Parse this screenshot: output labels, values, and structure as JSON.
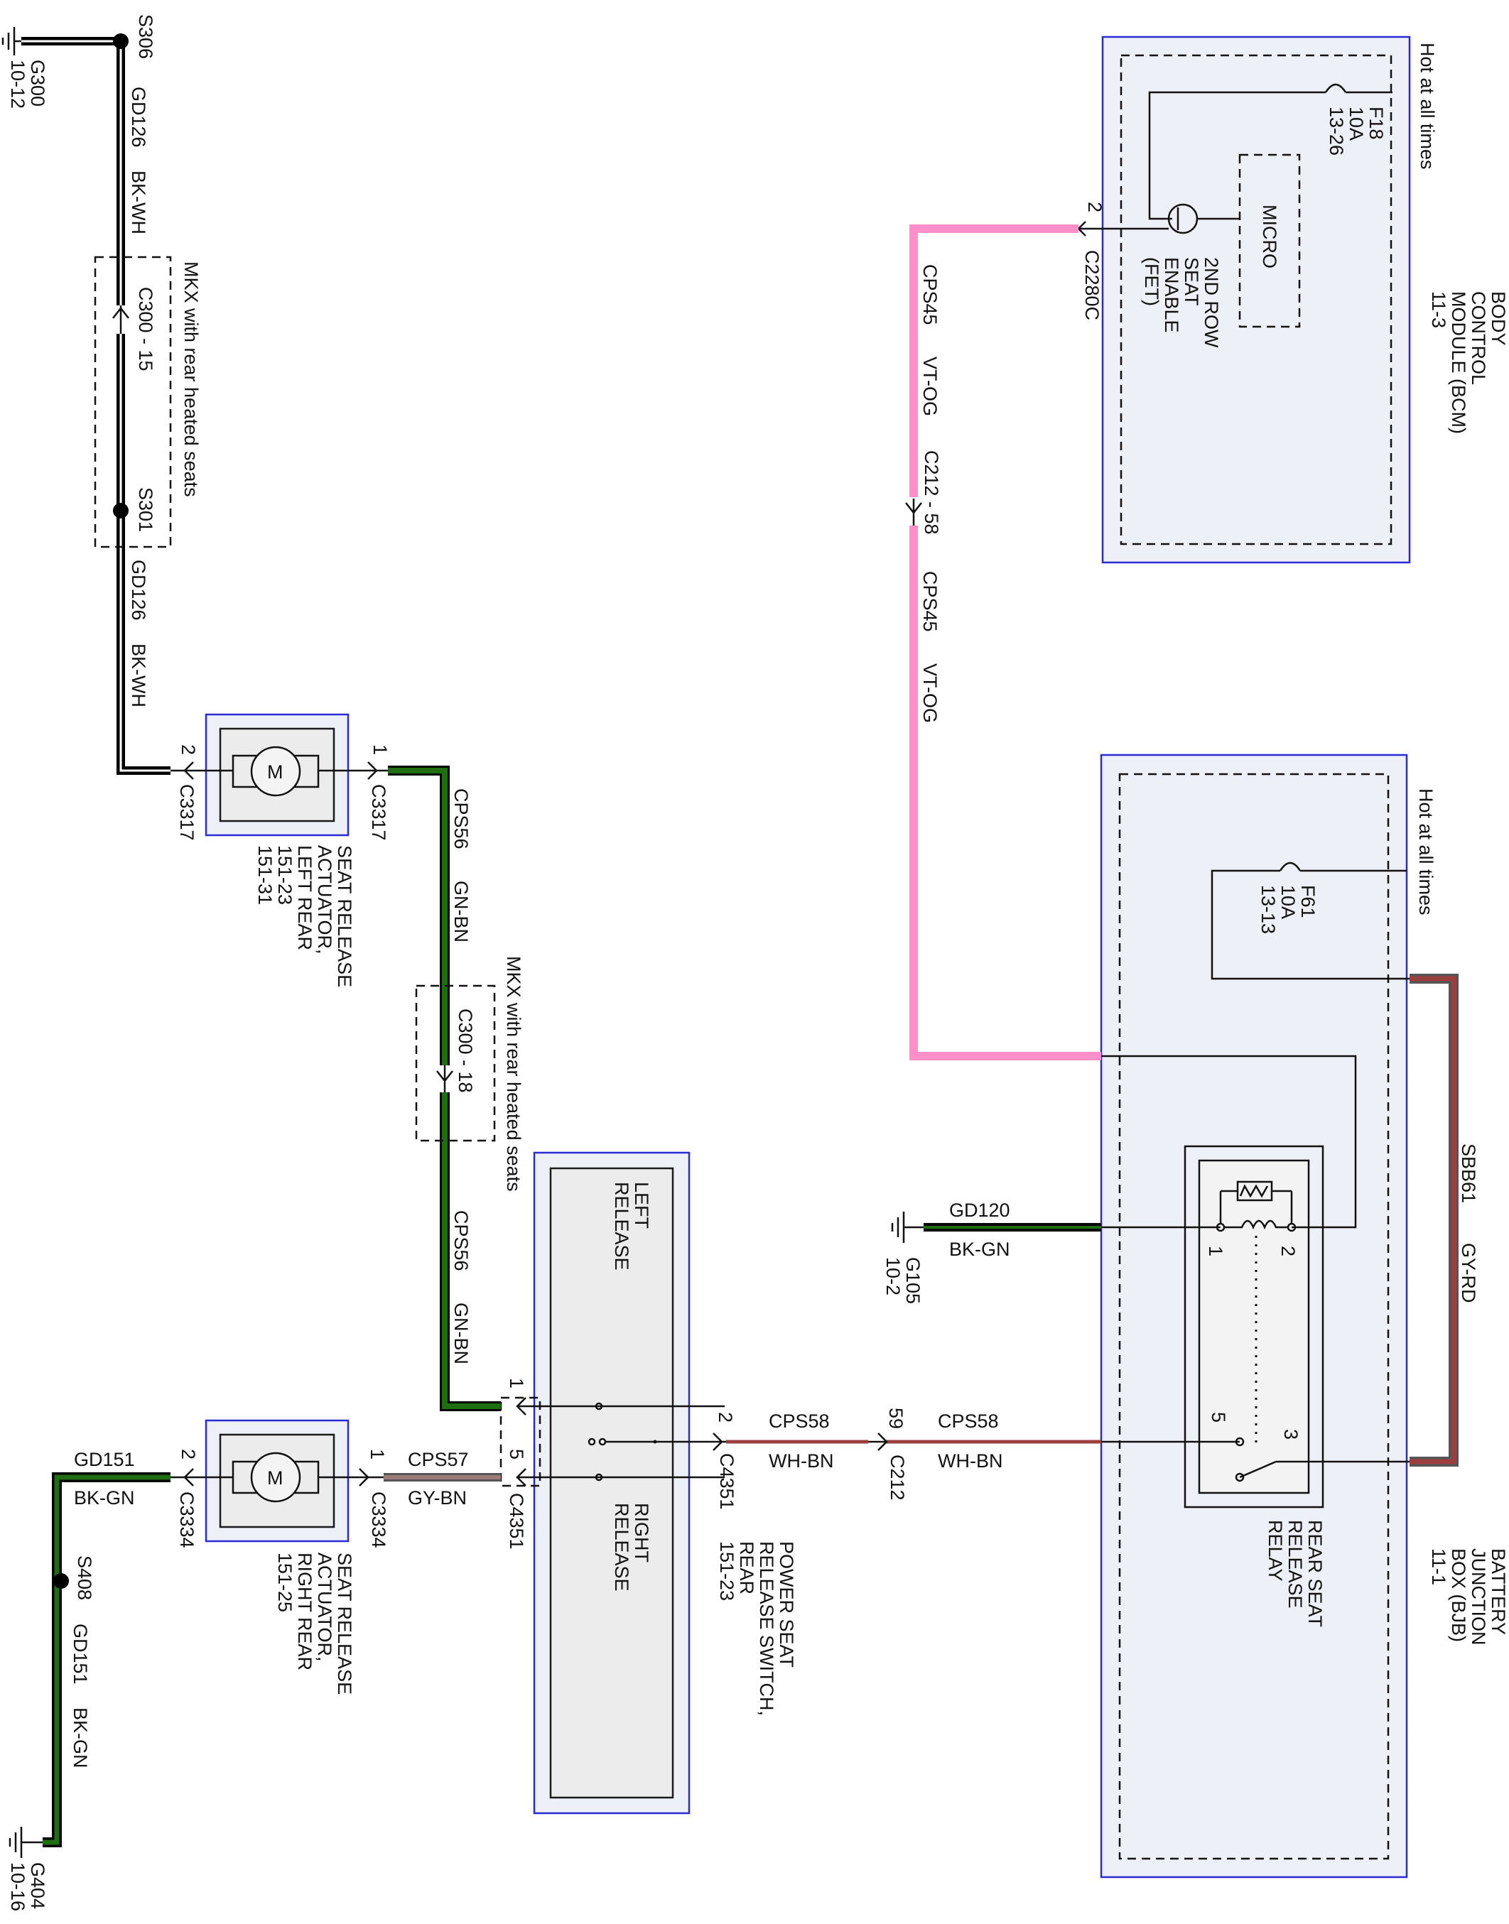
{
  "bcm": {
    "name_lines": [
      "BODY",
      "CONTROL",
      "MODULE (BCM)",
      "11-3"
    ],
    "hot": "Hot at all times",
    "fuse_lines": [
      "F18",
      "10A",
      "13-26"
    ],
    "micro": "MICRO",
    "fet_lines": [
      "2ND ROW",
      "SEAT",
      "ENABLE",
      "(FET)"
    ],
    "pin": "2",
    "connector": "C2280C"
  },
  "bjb": {
    "name_lines": [
      "BATTERY",
      "JUNCTION",
      "BOX (BJB)",
      "11-1"
    ],
    "hot": "Hot at all times",
    "fuse_lines": [
      "F61",
      "10A",
      "13-13"
    ],
    "relay_lines": [
      "REAR SEAT",
      "RELEASE",
      "RELAY"
    ],
    "relay_pins": [
      "1",
      "2",
      "5",
      "3"
    ]
  },
  "sbb": {
    "circuit": "SBB61",
    "color": "GY-RD"
  },
  "cps45": {
    "circuit": "CPS45",
    "color": "VT-OG",
    "inline": "C212 - 58"
  },
  "gd120": {
    "circuit": "GD120",
    "color": "BK-GN",
    "ground_lines": [
      "G105",
      "10-2"
    ]
  },
  "cps58_right": {
    "pin": "59",
    "circuit": "CPS58",
    "color": "WH-BN",
    "connector": "C212"
  },
  "cps58_left": {
    "pin": "2",
    "circuit": "CPS58",
    "color": "WH-BN",
    "connector": "C4351"
  },
  "switch": {
    "name_lines": [
      "POWER SEAT",
      "RELEASE SWITCH,",
      "REAR",
      "151-23"
    ],
    "left_lines": [
      "LEFT",
      "RELEASE"
    ],
    "right_lines": [
      "RIGHT",
      "RELEASE"
    ],
    "pin1": "1",
    "pin5": "5",
    "connector": "C4351"
  },
  "cps56": {
    "circuit": "CPS56",
    "color": "GN-BN",
    "option": "MKX with rear heated seats",
    "inline": "C300 - 18"
  },
  "cps57": {
    "pin": "1",
    "circuit": "CPS57",
    "color": "GY-BN",
    "connector": "C3334"
  },
  "left_actuator": {
    "name_lines": [
      "SEAT RELEASE",
      "ACTUATOR,",
      "LEFT REAR",
      "151-23",
      "151-31"
    ],
    "motor": "M",
    "pin1": "1",
    "conn1": "C3317",
    "pin2": "2",
    "conn2": "C3317"
  },
  "right_actuator": {
    "name_lines": [
      "SEAT RELEASE",
      "ACTUATOR,",
      "RIGHT REAR",
      "151-25"
    ],
    "motor": "M",
    "pin2": "2",
    "conn2": "C3334"
  },
  "gd126": {
    "circuit": "GD126",
    "color": "BK-WH",
    "splice_top": "S306",
    "splice_mid": "S301",
    "ground_lines": [
      "G300",
      "10-12"
    ],
    "option": "MKX with rear heated seats",
    "inline": "C300 - 15"
  },
  "gd151": {
    "circuit": "GD151",
    "color": "BK-GN",
    "splice": "S408",
    "ground_lines": [
      "G404",
      "10-16"
    ]
  },
  "wire_colors": {
    "pink": "#ff8fc8",
    "green": "#1f6e12",
    "brown_red": "#9c3e3e",
    "gray": "#8a8a8a",
    "black": "#000000"
  }
}
